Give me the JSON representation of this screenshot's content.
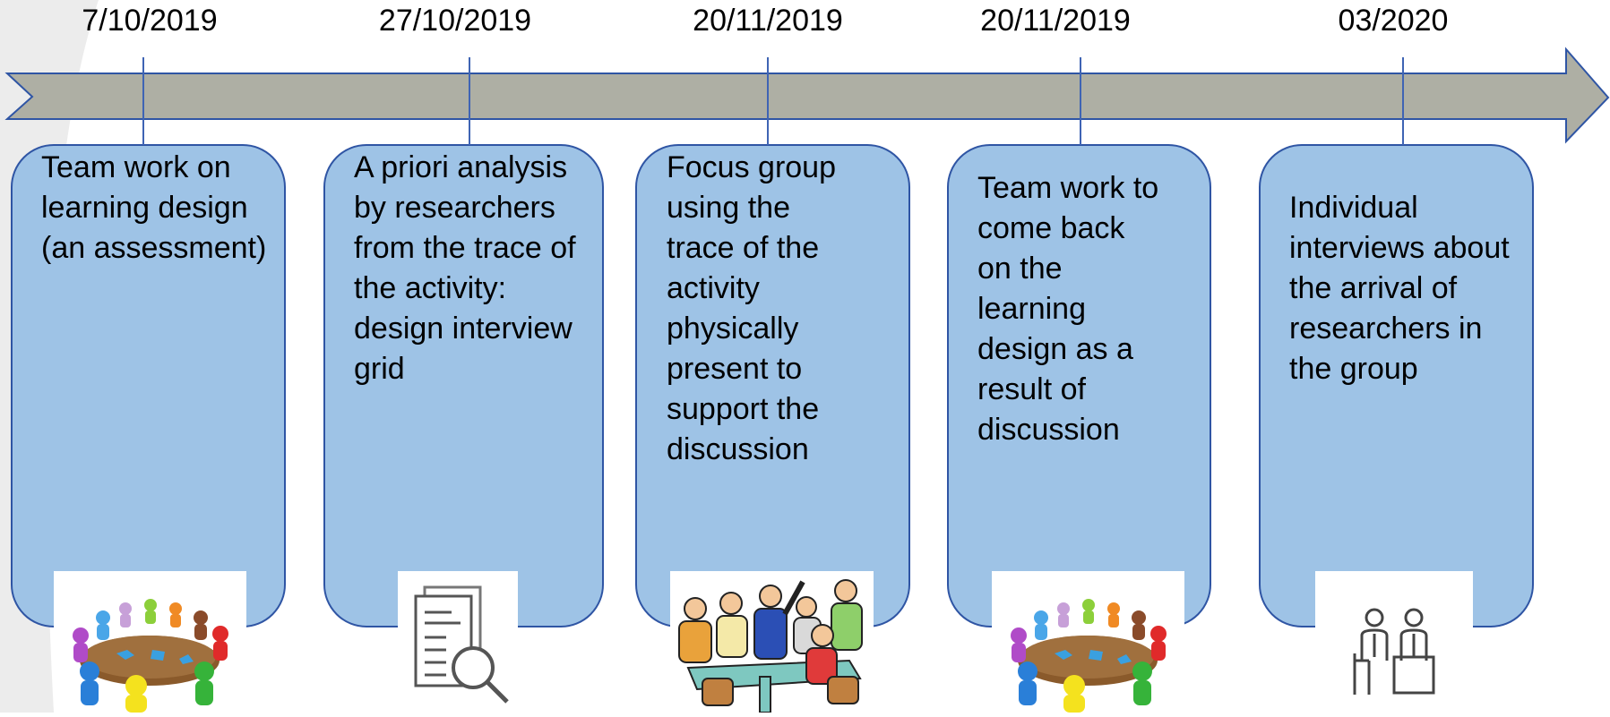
{
  "timeline": {
    "milestones": [
      {
        "date": "7/10/2019",
        "text": "Team work on learning design (an assessment)",
        "image": "round-table-meeting-icon"
      },
      {
        "date": "27/10/2019",
        "text": "A priori analysis by researchers from the trace of the activity: design interview grid",
        "image": "document-search-icon"
      },
      {
        "date": "20/11/2019",
        "text": "Focus group using the trace of the activity physically present to support the discussion",
        "image": "group-discussion-icon"
      },
      {
        "date": "20/11/2019",
        "text": "Team work to come back on the learning design as a result of discussion",
        "image": "round-table-meeting-icon"
      },
      {
        "date": "03/2020",
        "text": "Individual interviews about the arrival of researchers in the group",
        "image": "interview-icon"
      }
    ]
  },
  "colors": {
    "arrow": "#aeafa4",
    "card": "#9ec3e6",
    "border": "#2f55a4"
  }
}
